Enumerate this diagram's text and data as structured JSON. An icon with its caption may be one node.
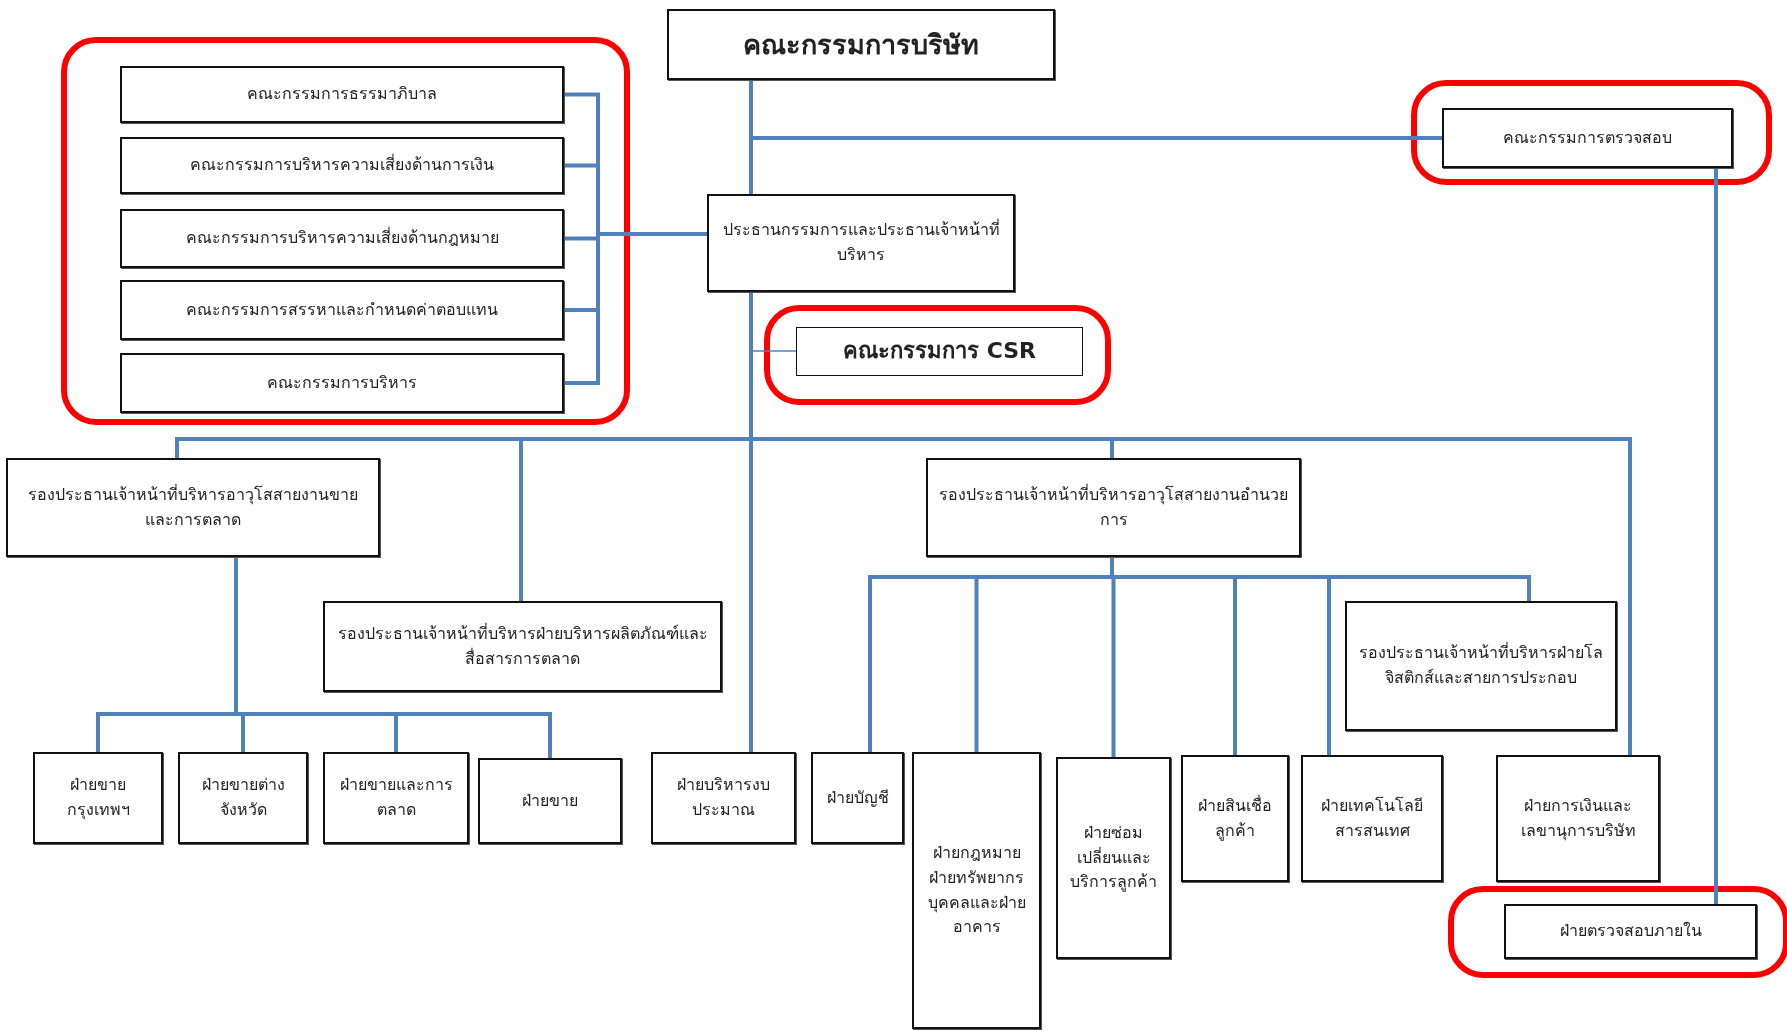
{
  "diagram": {
    "nodes": [
      {
        "text": [
          "คณะกรรมการบริษัท"
        ]
      },
      {
        "text": [
          "คณะกรรมการธรรมาภิบาล"
        ]
      },
      {
        "text": [
          "คณะกรรมการบริหารความเสี่ยงด้านการเงิน"
        ]
      },
      {
        "text": [
          "คณะกรรมการบริหารความเสี่ยงด้านกฎหมาย"
        ]
      },
      {
        "text": [
          "คณะกรรมการสรรหาและกำหนดค่าตอบแทน"
        ]
      },
      {
        "text": [
          "คณะกรรมการบริหาร"
        ]
      },
      {
        "text": [
          "คณะกรรมการตรวจสอบ"
        ]
      },
      {
        "text": [
          "ประธานกรรมการและประธานเจ้าหน้าที่บริหาร"
        ]
      },
      {
        "text": [
          "คณะกรรมการ CSR"
        ]
      },
      {
        "text": [
          "รองประธานเจ้าหน้าที่บริหารอาวุโสสายงานขายและการตลาด"
        ]
      },
      {
        "text": [
          "รองประธานเจ้าหน้าที่บริหารฝ่ายบริหารผลิตภัณฑ์และสื่อสารการตลาด"
        ]
      },
      {
        "text": [
          "รองประธานเจ้าหน้าที่บริหารอาวุโสสายงานอำนวยการ"
        ]
      },
      {
        "text": [
          "รองประธานเจ้าหน้าที่บริหารฝ่ายโลจิสติกส์และสายการประกอบ"
        ]
      },
      {
        "text": [
          "ฝ่ายขายกรุงเทพฯ"
        ]
      },
      {
        "text": [
          "ฝ่ายขายต่างจังหวัด"
        ]
      },
      {
        "text": [
          "ฝ่ายขายและการตลาด"
        ]
      },
      {
        "text": [
          "ฝ่ายขาย"
        ]
      },
      {
        "text": [
          "ฝ่ายบริหารงบประมาณ"
        ]
      },
      {
        "text": [
          "ฝ่ายบัญชี"
        ]
      },
      {
        "text": [
          "ฝ่ายกฎหมายฝ่ายทรัพยากรบุคคลและฝ่ายอาคาร"
        ]
      },
      {
        "text": [
          "ฝ่ายซ่อมเปลี่ยนและบริการลูกค้า"
        ]
      },
      {
        "text": [
          "ฝ่ายสินเชื่อลูกค้า"
        ]
      },
      {
        "text": [
          "ฝ่ายเทคโนโลยีสารสนเทศ"
        ]
      },
      {
        "text": [
          "ฝ่ายการเงินและเลขานุการบริษัท"
        ]
      },
      {
        "text": [
          "ฝ่ายตรวจสอบภายใน"
        ]
      }
    ],
    "edges": [
      {
        "from": 0,
        "to": 7,
        "arrow": "none"
      },
      {
        "from": 0,
        "to": 6,
        "arrow": "none"
      },
      {
        "from": 7,
        "to": 1,
        "arrow": "none"
      },
      {
        "from": 7,
        "to": 2,
        "arrow": "none"
      },
      {
        "from": 7,
        "to": 3,
        "arrow": "none"
      },
      {
        "from": 7,
        "to": 4,
        "arrow": "none"
      },
      {
        "from": 7,
        "to": 5,
        "arrow": "none"
      },
      {
        "from": 7,
        "to": 8,
        "arrow": "none"
      },
      {
        "from": 7,
        "to": 9,
        "arrow": "none"
      },
      {
        "from": 7,
        "to": 10,
        "arrow": "none"
      },
      {
        "from": 7,
        "to": 11,
        "arrow": "none"
      },
      {
        "from": 7,
        "to": 17,
        "arrow": "none"
      },
      {
        "from": 7,
        "to": 23,
        "arrow": "none"
      },
      {
        "from": 6,
        "to": 24,
        "arrow": "none"
      },
      {
        "from": 9,
        "to": 13,
        "arrow": "none"
      },
      {
        "from": 9,
        "to": 14,
        "arrow": "none"
      },
      {
        "from": 9,
        "to": 15,
        "arrow": "none"
      },
      {
        "from": 9,
        "to": 16,
        "arrow": "none"
      },
      {
        "from": 11,
        "to": 18,
        "arrow": "none"
      },
      {
        "from": 11,
        "to": 19,
        "arrow": "none"
      },
      {
        "from": 11,
        "to": 20,
        "arrow": "none"
      },
      {
        "from": 11,
        "to": 21,
        "arrow": "none"
      },
      {
        "from": 11,
        "to": 22,
        "arrow": "none"
      },
      {
        "from": 11,
        "to": 12,
        "arrow": "none"
      }
    ]
  }
}
